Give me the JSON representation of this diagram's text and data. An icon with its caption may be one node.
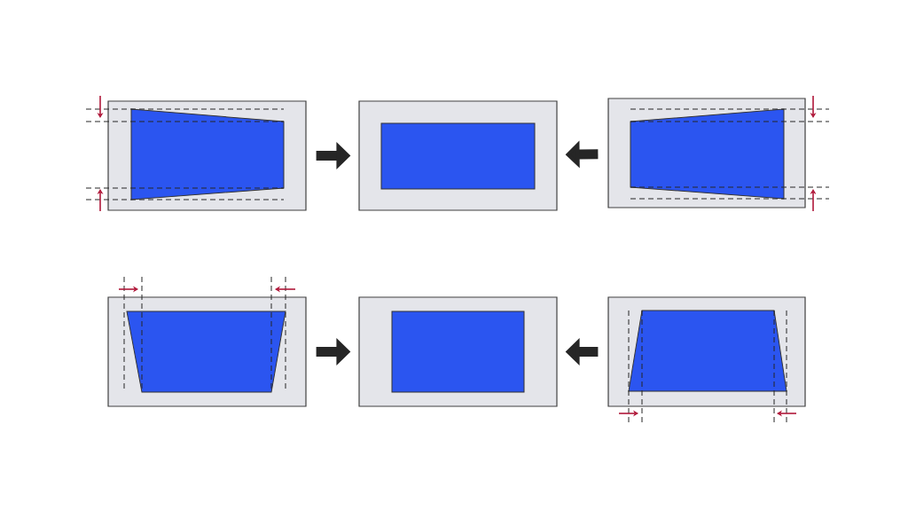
{
  "diagram": {
    "nodes": [
      {
        "text": [],
        "shape": "box"
      },
      {
        "text": [],
        "shape": "box"
      },
      {
        "text": [],
        "shape": "box"
      },
      {
        "text": [],
        "shape": "box"
      },
      {
        "text": [],
        "shape": "box"
      },
      {
        "text": [],
        "shape": "box"
      }
    ],
    "edges": [
      {
        "from": 0,
        "to": 1,
        "arrow": "to"
      },
      {
        "from": 2,
        "to": 1,
        "arrow": "to"
      },
      {
        "from": 3,
        "to": 4,
        "arrow": "to"
      },
      {
        "from": 5,
        "to": 4,
        "arrow": "to"
      }
    ]
  }
}
